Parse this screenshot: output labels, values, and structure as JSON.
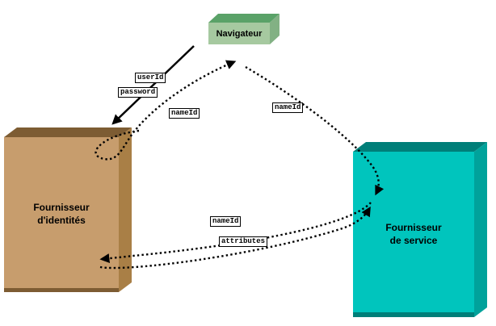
{
  "diagram": {
    "nodes": {
      "navigateur": {
        "label": "Navigateur"
      },
      "identity_provider": {
        "line1": "Fournisseur",
        "line2": "d'identités"
      },
      "service_provider": {
        "line1": "Fournisseur",
        "line2": "de service"
      }
    },
    "edge_labels": {
      "userid": "userId",
      "password": "password",
      "nameid_idp_to_browser": "nameId",
      "nameid_browser_to_sp": "nameId",
      "nameid_sp_to_idp": "nameId",
      "attributes": "attributes"
    },
    "colors": {
      "background": "#ffffff",
      "arrow": "#000000",
      "navigateur_front": "#a6c9a0",
      "navigateur_top": "#5aa268",
      "navigateur_side": "#82b184",
      "idp_front": "#c79d6d",
      "idp_top": "#7d5c33",
      "idp_side": "#a97f46",
      "sp_front": "#00c5bd",
      "sp_top": "#007f79",
      "sp_side": "#00a29b"
    }
  }
}
